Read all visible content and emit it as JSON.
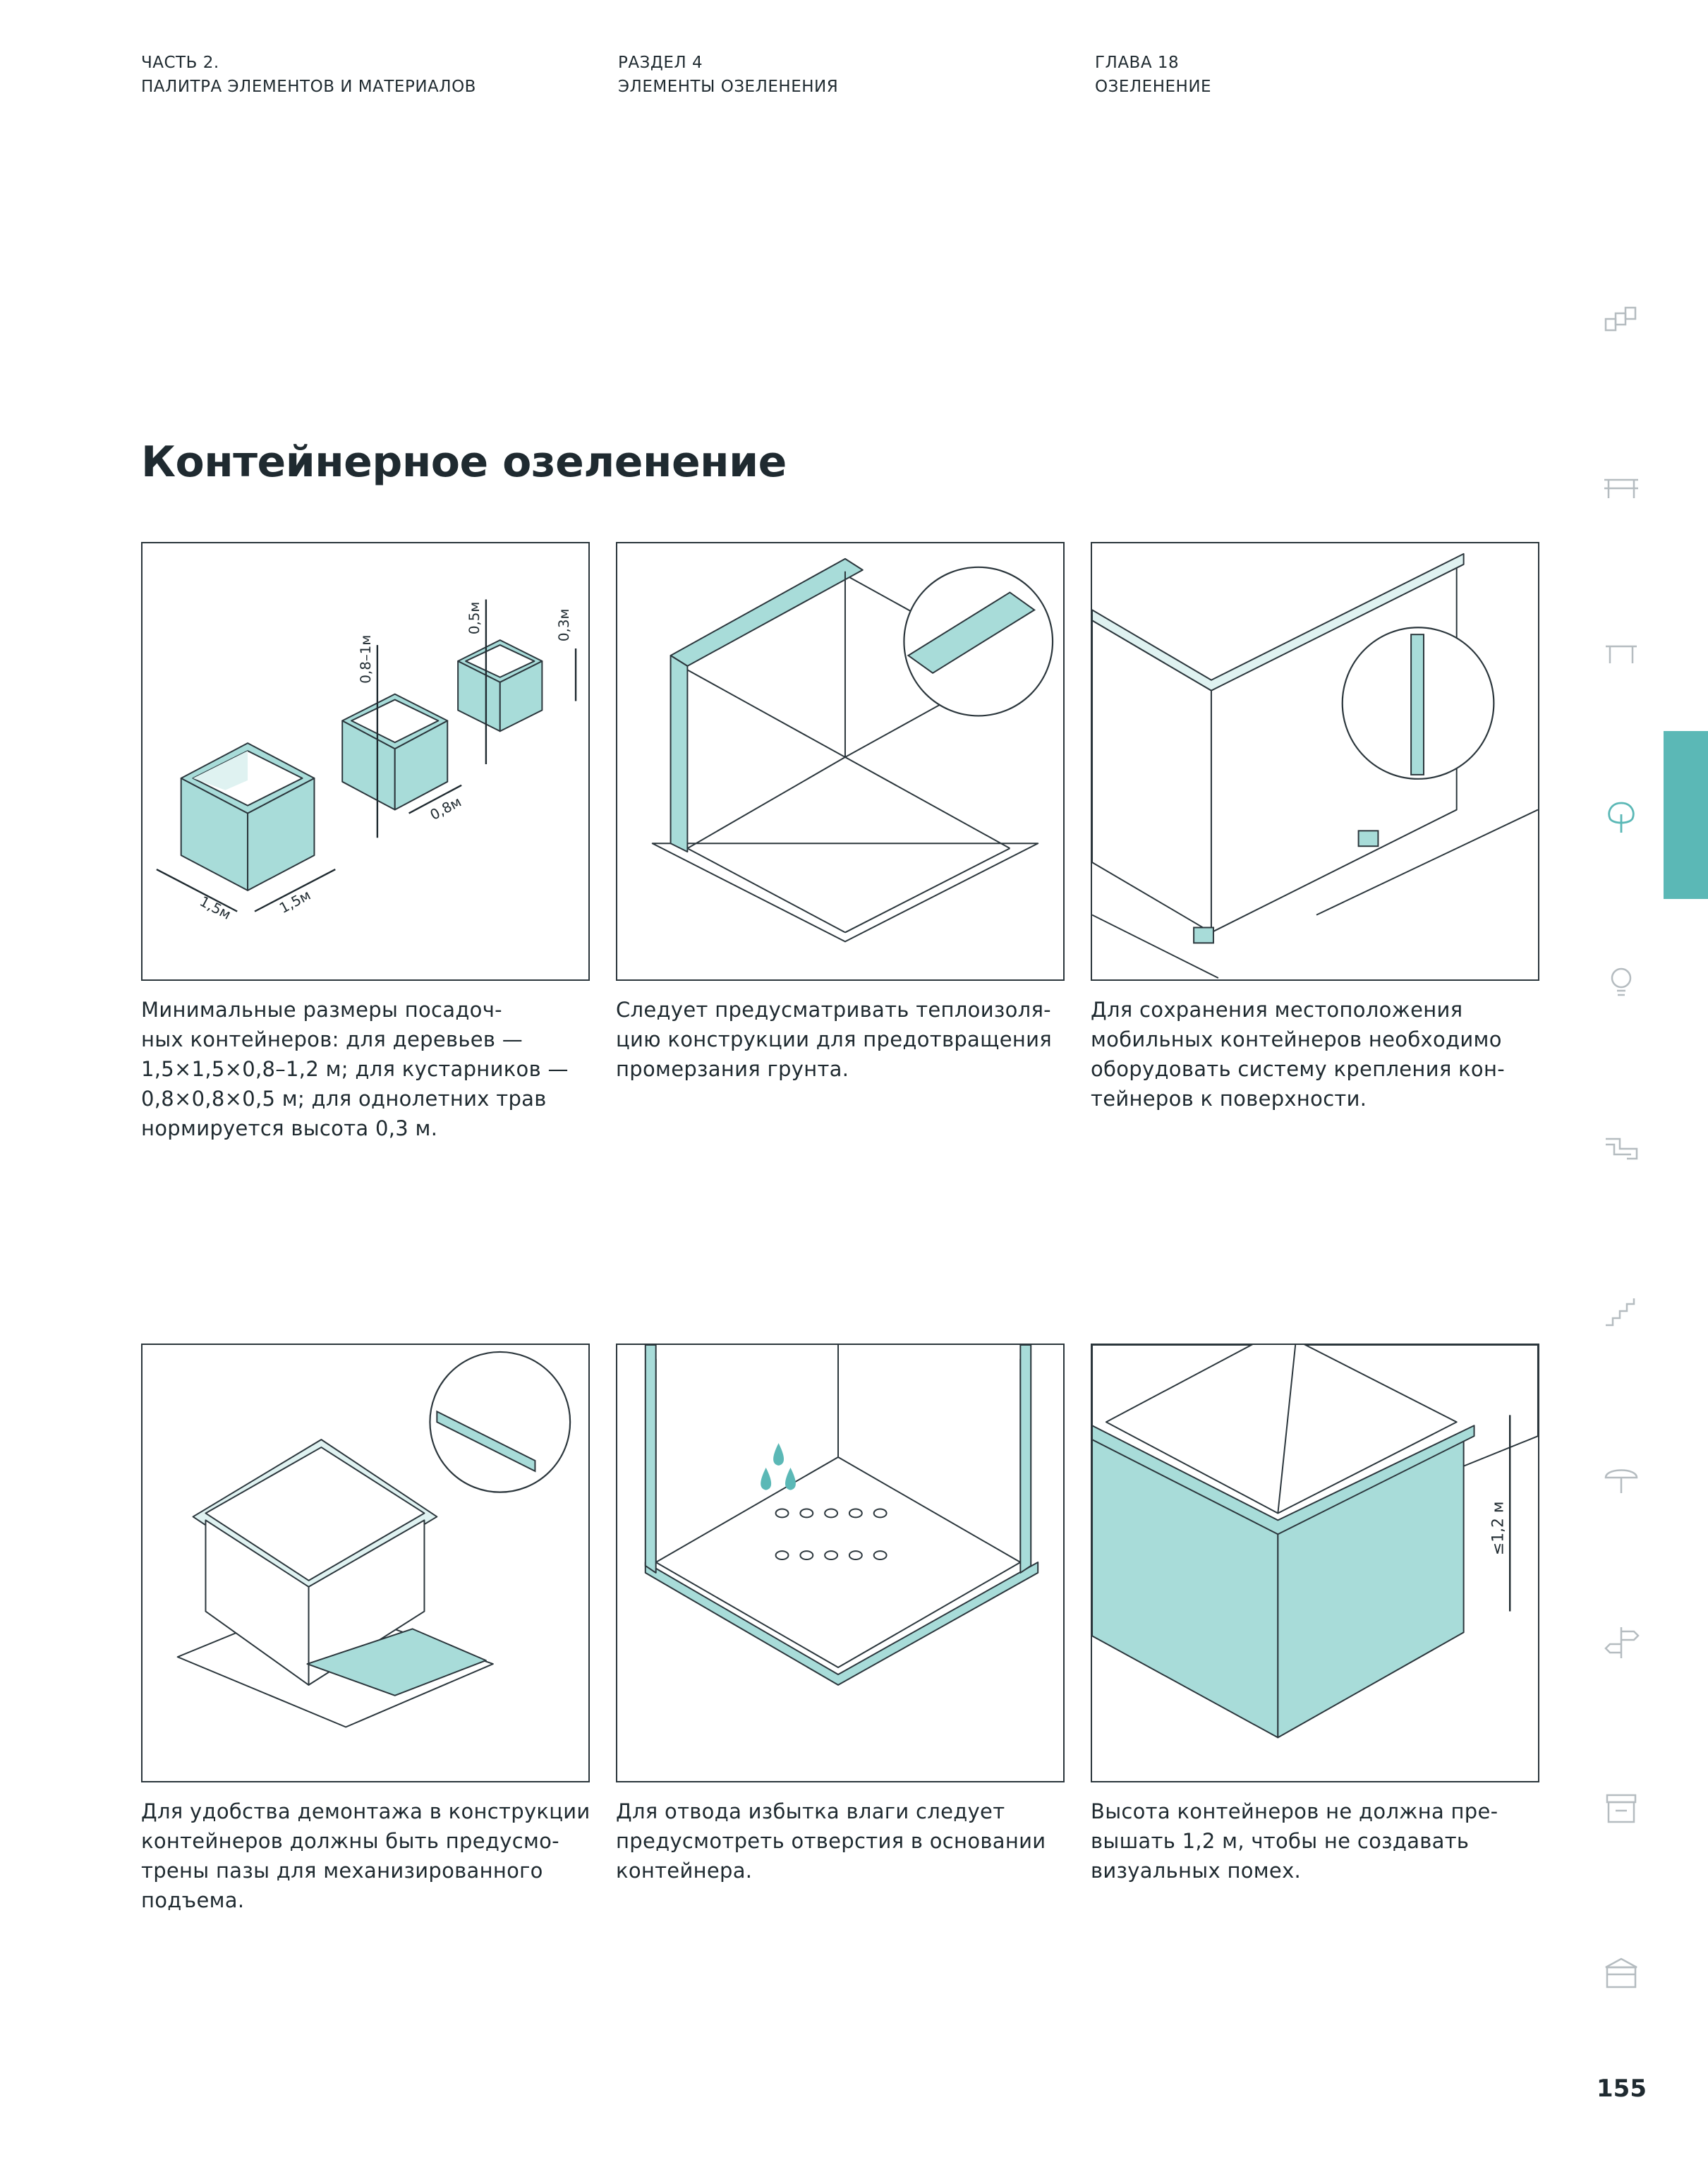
{
  "header": {
    "part": [
      "ЧАСТЬ 2.",
      "ПАЛИТРА ЭЛЕМЕНТОВ И МАТЕРИАЛОВ"
    ],
    "section": [
      "РАЗДЕЛ 4",
      "ЭЛЕМЕНТЫ ОЗЕЛЕНЕНИЯ"
    ],
    "chapter": [
      "ГЛАВА 18",
      "ОЗЕЛЕНЕНИЕ"
    ]
  },
  "title": "Контейнерное озеленение",
  "colors": {
    "accent": "#5bb8b6",
    "fill": "#a8dcd9",
    "ink": "#1f2a30"
  },
  "panels": [
    {
      "caption": [
        "Минимальные размеры посадоч-",
        "ных контейнеров: для деревьев —",
        "1,5×1,5×0,8–1,2 м; для кустарников —",
        "0,8×0,8×0,5 м; для однолетних трав",
        "нормируется высота 0,3 м."
      ],
      "dims": {
        "w1": "1,5м",
        "w2": "1,5м",
        "h1": "0,8–1м",
        "w3": "0,8м",
        "h2": "0,5м",
        "h3": "0,3м"
      }
    },
    {
      "caption": [
        "Следует предусматривать теплоизоля-",
        "цию конструкции для предотвращения",
        "промерзания грунта."
      ]
    },
    {
      "caption": [
        "Для сохранения местоположения",
        "мобильных контейнеров необходимо",
        "оборудовать систему крепления кон-",
        "тейнеров к поверхности."
      ]
    },
    {
      "caption": [
        "Для удобства демонтажа в конструкции",
        "контейнеров должны быть предусмо-",
        "трены пазы для механизированного",
        "подъема."
      ]
    },
    {
      "caption": [
        "Для отвода избытка влаги следует",
        "предусмотреть отверстия в основании",
        "контейнера."
      ]
    },
    {
      "caption": [
        "Высота контейнеров не должна пре-",
        "вышать 1,2 м, чтобы не создавать",
        "визуальных помех."
      ],
      "dims": {
        "h": "≤1,2 м"
      }
    }
  ],
  "sidebar_icons": [
    "blocks-icon",
    "bench-icon",
    "table-icon",
    "tree-icon",
    "lightbulb-icon",
    "pipe-icon",
    "stairs-icon",
    "umbrella-icon",
    "signpost-icon",
    "kiosk-icon",
    "pavilion-icon"
  ],
  "page_number": "155"
}
